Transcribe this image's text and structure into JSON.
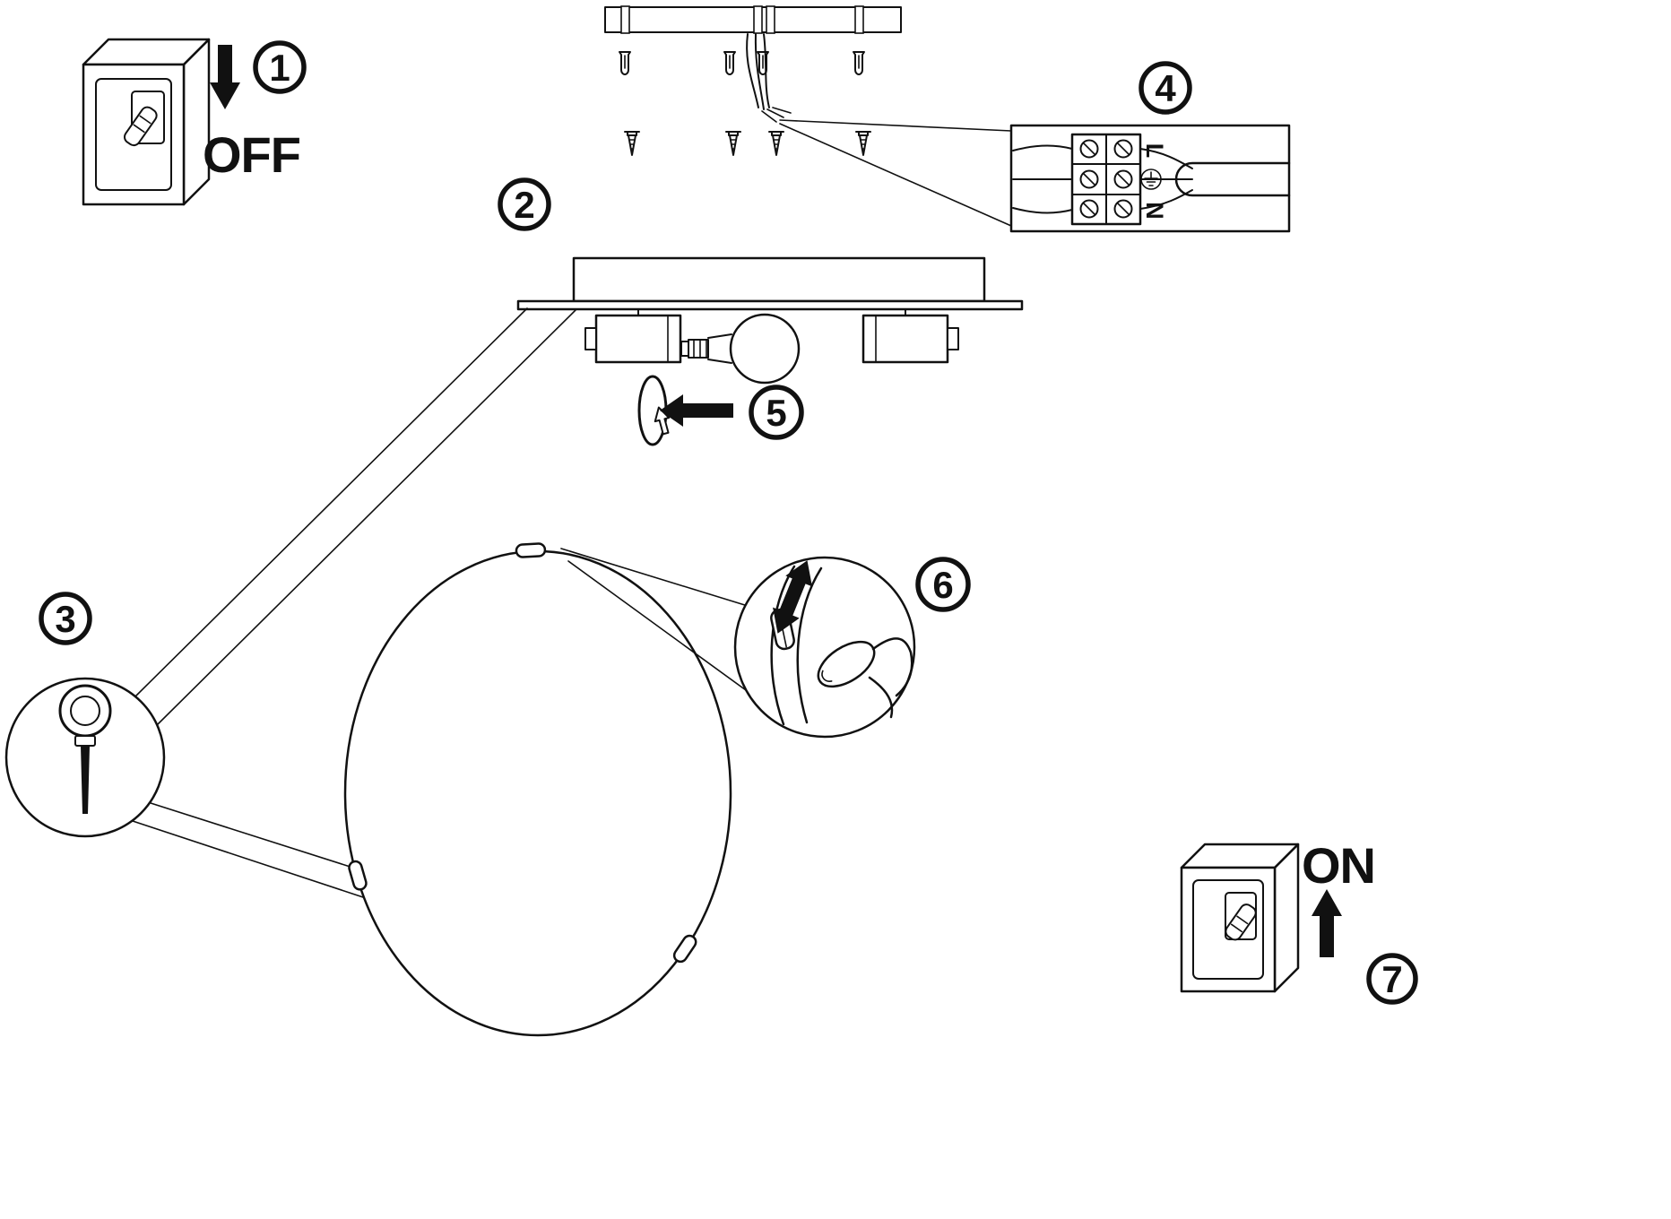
{
  "colors": {
    "ink": "#111111",
    "paper": "#ffffff"
  },
  "labels": {
    "off": "OFF",
    "on": "ON"
  },
  "terminal": {
    "live": "L",
    "neutral": "N"
  },
  "steps": {
    "s1": "1",
    "s2": "2",
    "s3": "3",
    "s4": "4",
    "s5": "5",
    "s6": "6",
    "s7": "7"
  }
}
